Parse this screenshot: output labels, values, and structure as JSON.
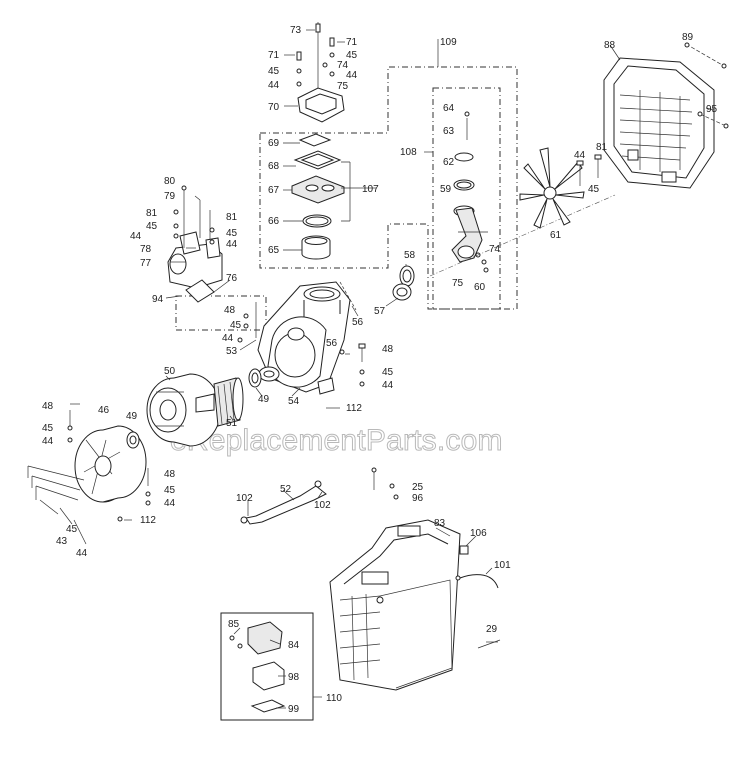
{
  "watermark": "eReplacementParts.com",
  "callouts": {
    "c73": "73",
    "c71a": "71",
    "c71b": "71",
    "c45a": "45",
    "c74a": "74",
    "c45b": "45",
    "c44a": "44",
    "c44b": "44",
    "c75a": "75",
    "c70": "70",
    "c109": "109",
    "c88": "88",
    "c89": "89",
    "c95": "95",
    "c69": "69",
    "c68": "68",
    "c67": "67",
    "c107": "107",
    "c66": "66",
    "c65": "65",
    "c108": "108",
    "c64": "64",
    "c63": "63",
    "c62": "62",
    "c59": "59",
    "c74b": "74",
    "c75b": "75",
    "c60": "60",
    "c44c": "44",
    "c81a": "81",
    "c45c": "45",
    "c61": "61",
    "c80": "80",
    "c79": "79",
    "c81b": "81",
    "c81c": "81",
    "c45d": "45",
    "c44d": "44",
    "c45e": "45",
    "c44e": "44",
    "c78": "78",
    "c77": "77",
    "c76": "76",
    "c94": "94",
    "c58": "58",
    "c57": "57",
    "c56a": "56",
    "c48a": "48",
    "c45f": "45",
    "c44f": "44",
    "c53": "53",
    "c48b": "48",
    "c45g": "45",
    "c44g": "44",
    "c56b": "56",
    "c50": "50",
    "c51": "51",
    "c49a": "49",
    "c54": "54",
    "c112a": "112",
    "c48c": "48",
    "c45h": "45",
    "c44h": "44",
    "c46": "46",
    "c49b": "49",
    "c48d": "48",
    "c45i": "45",
    "c44i": "44",
    "c112b": "112",
    "c43": "43",
    "c45j": "45",
    "c44j": "44",
    "c102a": "102",
    "c52": "52",
    "c102b": "102",
    "c25": "25",
    "c96": "96",
    "c83": "83",
    "c106": "106",
    "c101": "101",
    "c85": "85",
    "c84": "84",
    "c98": "98",
    "c99": "99",
    "c110": "110",
    "c29": "29"
  }
}
